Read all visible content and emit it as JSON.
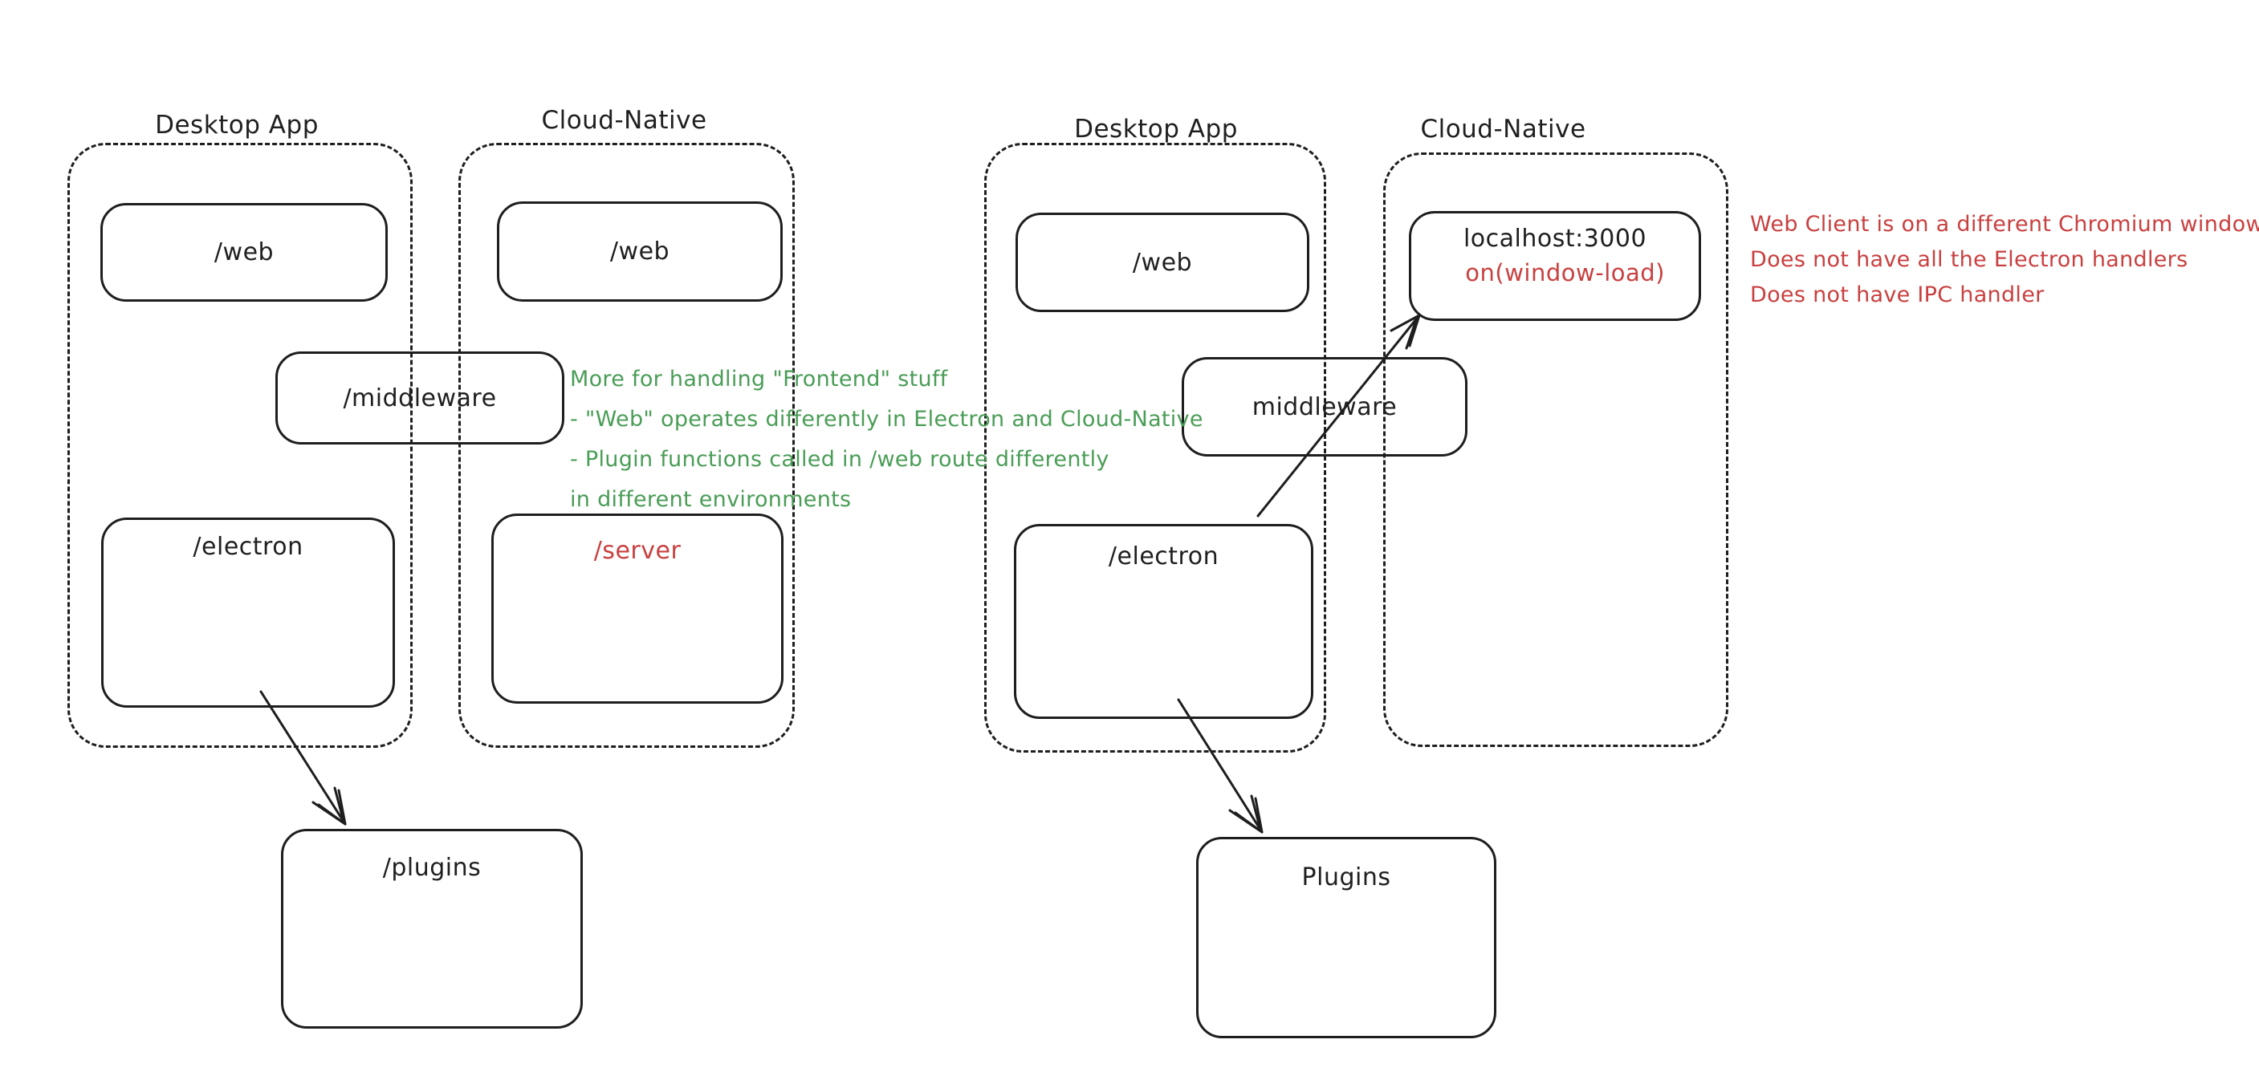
{
  "colors": {
    "stroke": "#1e1e1e",
    "text": "#1f1f1f",
    "red": "#c94040",
    "green": "#4a9d57",
    "background": "#ffffff"
  },
  "left_diagram": {
    "desktop_container_label": "Desktop App",
    "cloud_container_label": "Cloud-Native",
    "web_desktop_box": "/web",
    "web_cloud_box": "/web",
    "middleware_box": "/middleware",
    "electron_box": "/electron",
    "server_box": "/server",
    "plugins_box": "/plugins"
  },
  "right_diagram": {
    "desktop_container_label": "Desktop App",
    "cloud_container_label": "Cloud-Native",
    "web_box": "/web",
    "localhost_box_title": "localhost:3000",
    "localhost_box_subtitle": "on(window-load)",
    "middleware_box": "middleware",
    "electron_box": "/electron",
    "plugins_box": "Plugins"
  },
  "annotations": {
    "frontend_note": {
      "lines": [
        "More for handling \"Frontend\" stuff",
        "- \"Web\" operates differently in Electron and Cloud-Native",
        "- Plugin functions called in /web route differently",
        "in different environments"
      ]
    },
    "web_client_note": {
      "lines": [
        "Web Client is on a different Chromium window",
        "Does not have all the Electron handlers",
        "Does not have IPC handler"
      ]
    }
  }
}
